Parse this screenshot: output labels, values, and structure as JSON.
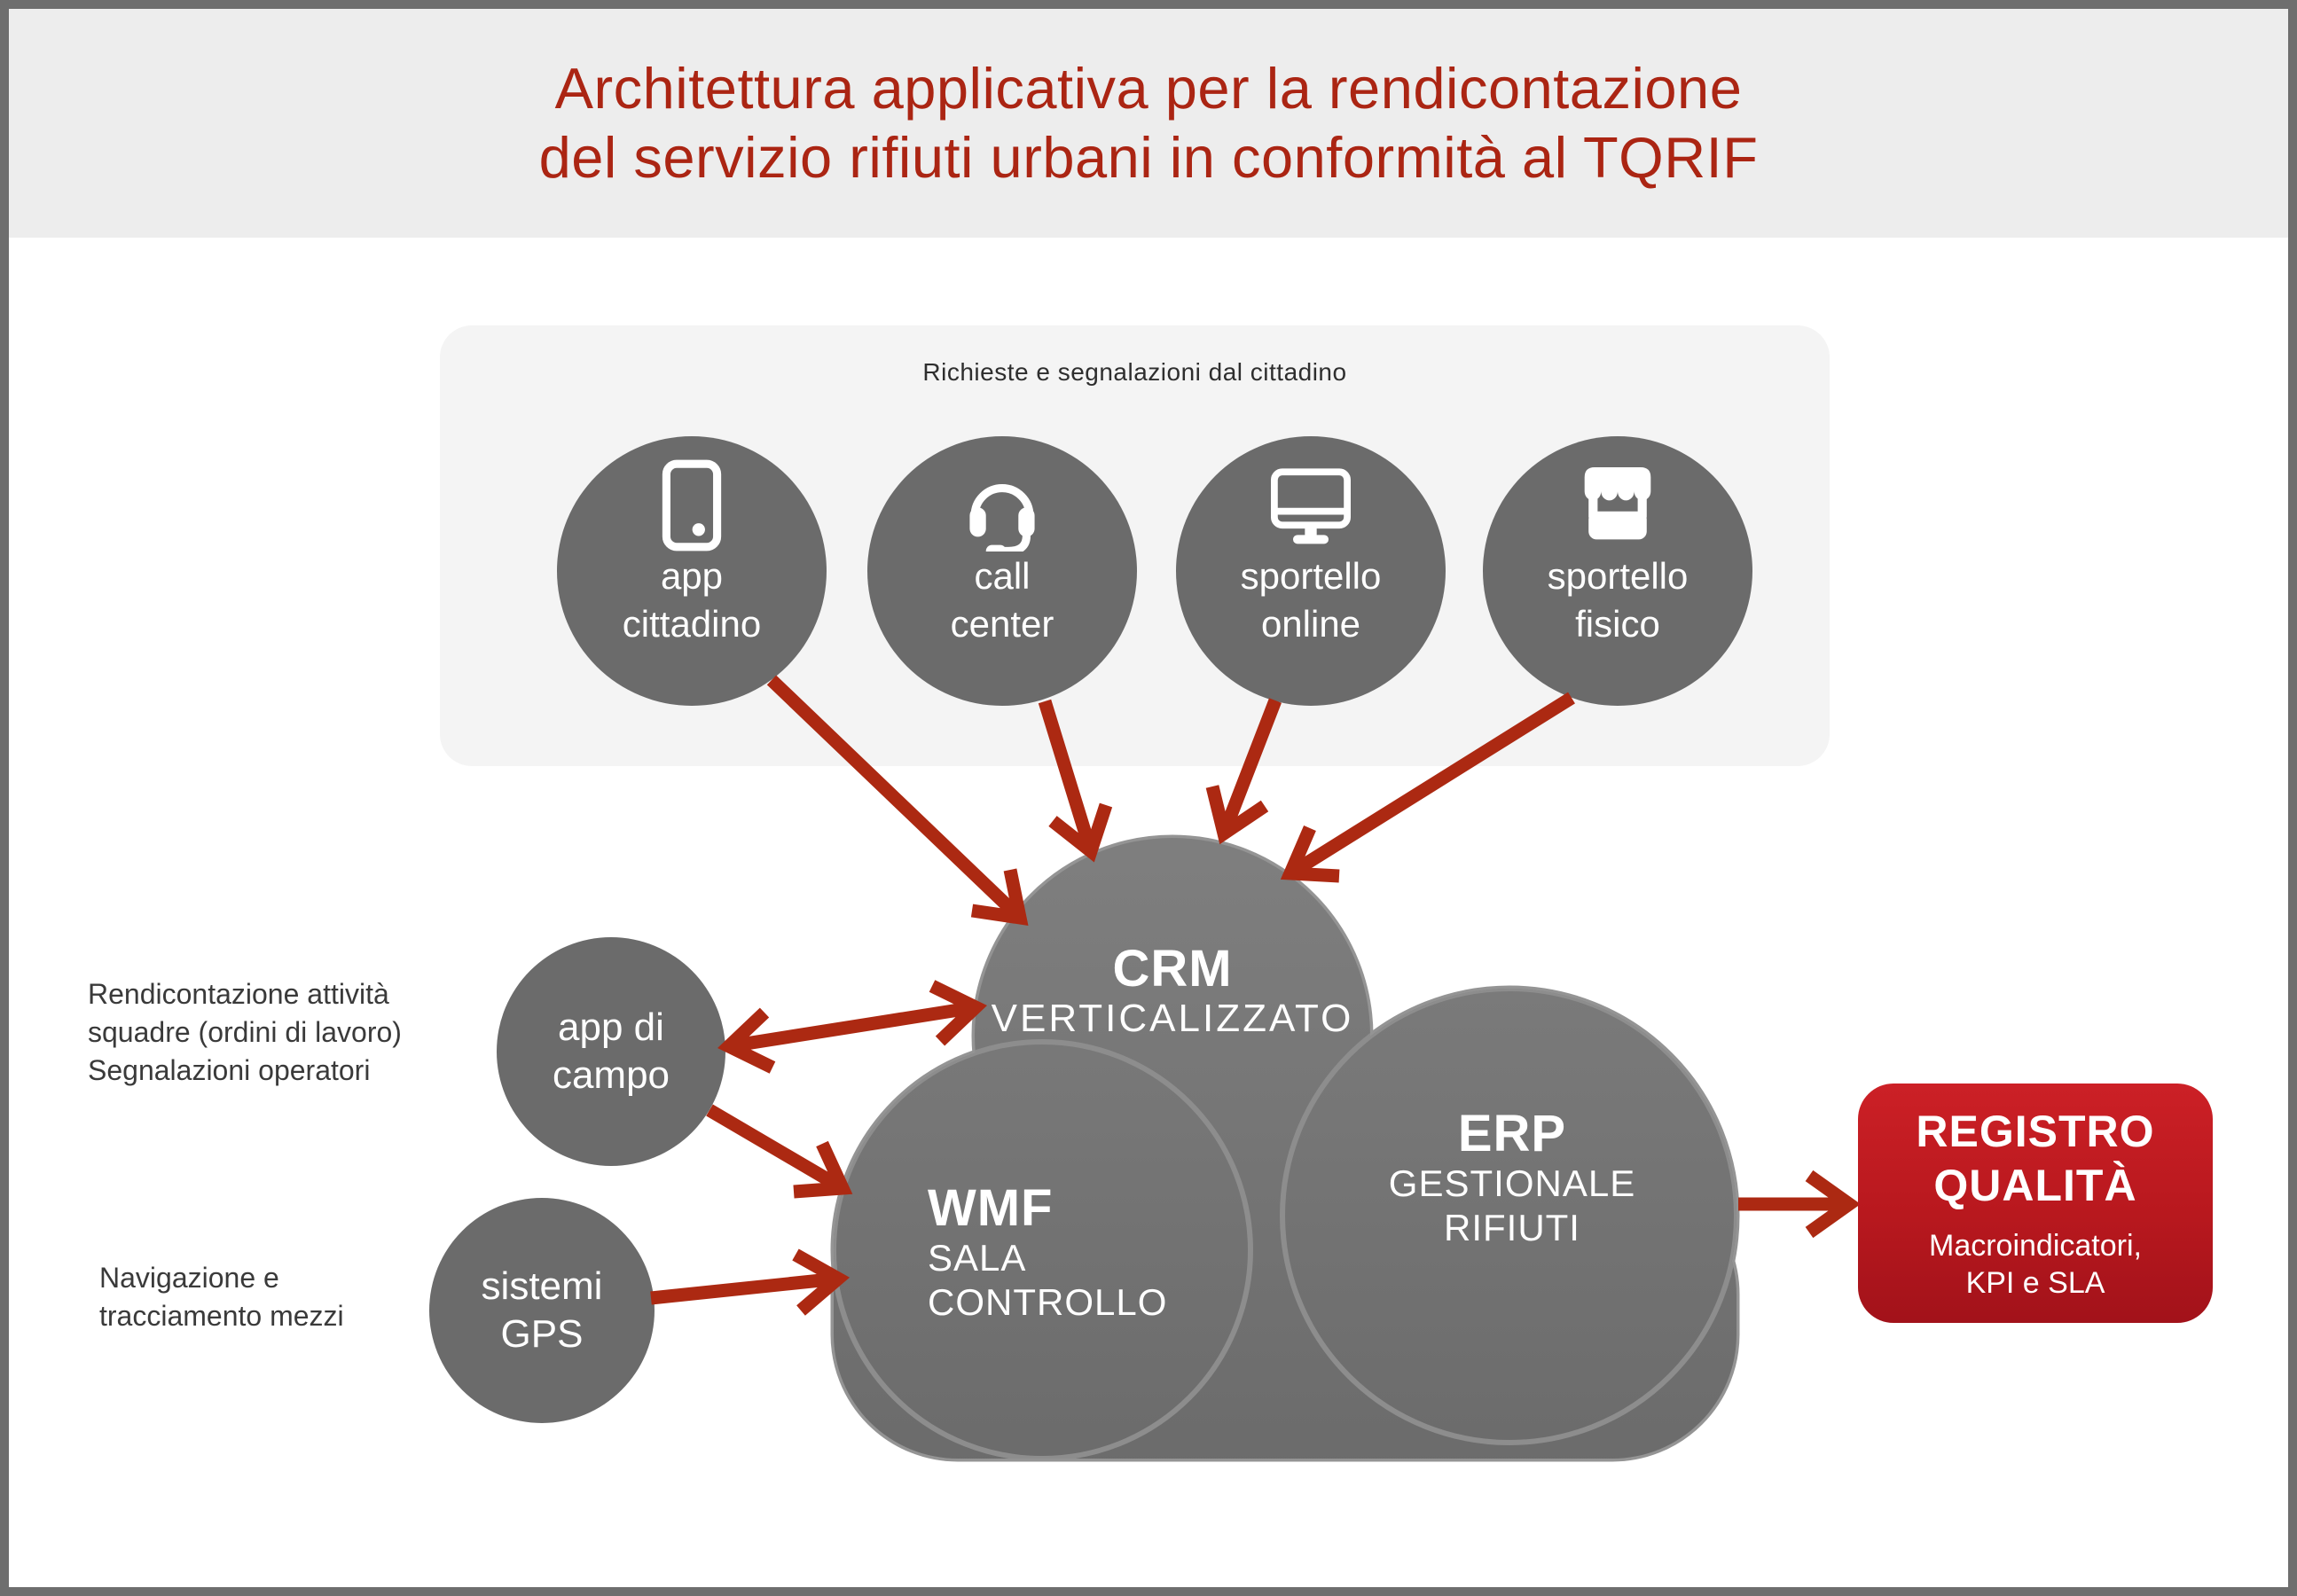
{
  "title": {
    "line1": "Architettura applicativa per la rendicontazione",
    "line2": "del servizio rifiuti urbani in conformità al TQRIF"
  },
  "citizen_panel": {
    "label": "Richieste e segnalazioni dal cittadino",
    "channels": [
      {
        "icon": "smartphone-icon",
        "line1": "app",
        "line2": "cittadino"
      },
      {
        "icon": "headset-icon",
        "line1": "call",
        "line2": "center"
      },
      {
        "icon": "monitor-icon",
        "line1": "sportello",
        "line2": "online"
      },
      {
        "icon": "storefront-icon",
        "line1": "sportello",
        "line2": "fisico"
      }
    ]
  },
  "annotations": {
    "field_teams": {
      "line1": "Rendicontazione attività",
      "line2": "squadre (ordini di lavoro)",
      "line3": "Segnalazioni operatori"
    },
    "gps": {
      "line1": "Navigazione e",
      "line2": "tracciamento mezzi"
    }
  },
  "satellites": {
    "field_app": {
      "line1": "app di",
      "line2": "campo"
    },
    "gps": {
      "line1": "sistemi",
      "line2": "GPS"
    }
  },
  "cloud": {
    "crm": {
      "name": "CRM",
      "sub": "VERTICALIZZATO"
    },
    "wmf": {
      "name": "WMF",
      "sub_line1": "SALA",
      "sub_line2": "CONTROLLO"
    },
    "erp": {
      "name": "ERP",
      "sub_line1": "GESTIONALE",
      "sub_line2": "RIFIUTI"
    }
  },
  "output_box": {
    "title_line1": "REGISTRO",
    "title_line2": "QUALITÀ",
    "sub_line1": "Macroindicatori,",
    "sub_line2": "KPI e SLA"
  },
  "colors": {
    "accent_red": "#ac2912",
    "title_red": "#ab2513",
    "header_gray": "#ededed",
    "panel_gray": "#f4f4f4",
    "circle_gray": "#6b6b6b",
    "cloud_gray_top": "#7f7f7f",
    "cloud_gray_bottom": "#6b6b6b",
    "box_red_top": "#cc2026",
    "box_red_bottom": "#a2121a",
    "frame_gray": "#6e6e6e"
  }
}
